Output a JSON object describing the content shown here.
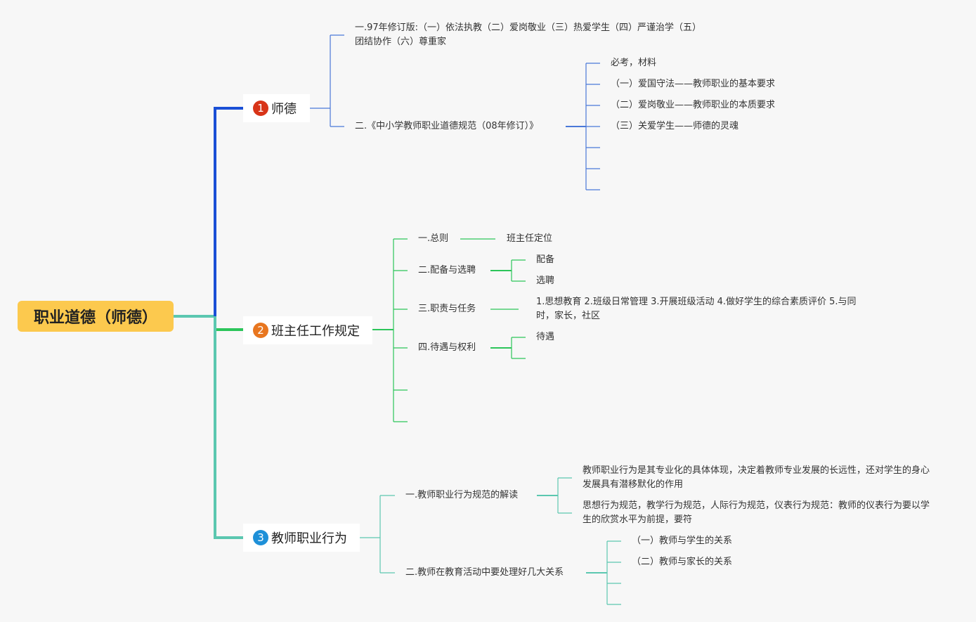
{
  "colors": {
    "background": "#f7f7f7",
    "root": "#fcc94e",
    "branch1": "#1a4fd6",
    "branch2": "#2cc55a",
    "branch3": "#5bc7b0",
    "badge1": "#d83418",
    "badge2": "#e8761f",
    "badge3": "#1e90d8"
  },
  "root": {
    "label": "职业道德（师德）"
  },
  "branches": [
    {
      "badge": "1",
      "label": "师德",
      "children": [
        {
          "label": "一.97年修订版:（一）依法执教（二）爱岗敬业（三）热爱学生（四）严谨治学（五）团结协作（六）尊重家"
        },
        {
          "label": "二.《中小学教师职业道德规范（08年修订）》",
          "children": [
            {
              "label": "必考，材料"
            },
            {
              "label": "（一）爱国守法——教师职业的基本要求"
            },
            {
              "label": "（二）爱岗敬业——教师职业的本质要求"
            },
            {
              "label": "（三）关爱学生——师德的灵魂"
            }
          ]
        }
      ]
    },
    {
      "badge": "2",
      "label": "班主任工作规定",
      "children": [
        {
          "label": "一.总则",
          "children": [
            {
              "label": "班主任定位"
            }
          ]
        },
        {
          "label": "二.配备与选聘",
          "children": [
            {
              "label": "配备"
            },
            {
              "label": "选聘"
            }
          ]
        },
        {
          "label": "三.职责与任务",
          "children": [
            {
              "label": "1.思想教育 2.班级日常管理 3.开展班级活动 4.做好学生的综合素质评价 5.与同时，家长，社区"
            }
          ]
        },
        {
          "label": "四.待遇与权利",
          "children": [
            {
              "label": "待遇"
            }
          ]
        }
      ]
    },
    {
      "badge": "3",
      "label": "教师职业行为",
      "children": [
        {
          "label": "一.教师职业行为规范的解读",
          "children": [
            {
              "label": "教师职业行为是其专业化的具体体现，决定着教师专业发展的长远性，还对学生的身心发展具有潜移默化的作用"
            },
            {
              "label": "思想行为规范，教学行为规范，人际行为规范，仪表行为规范：教师的仪表行为要以学生的欣赏水平为前提，要符"
            }
          ]
        },
        {
          "label": "二.教师在教育活动中要处理好几大关系",
          "children": [
            {
              "label": "（一）教师与学生的关系"
            },
            {
              "label": "（二）教师与家长的关系"
            }
          ]
        }
      ]
    }
  ]
}
